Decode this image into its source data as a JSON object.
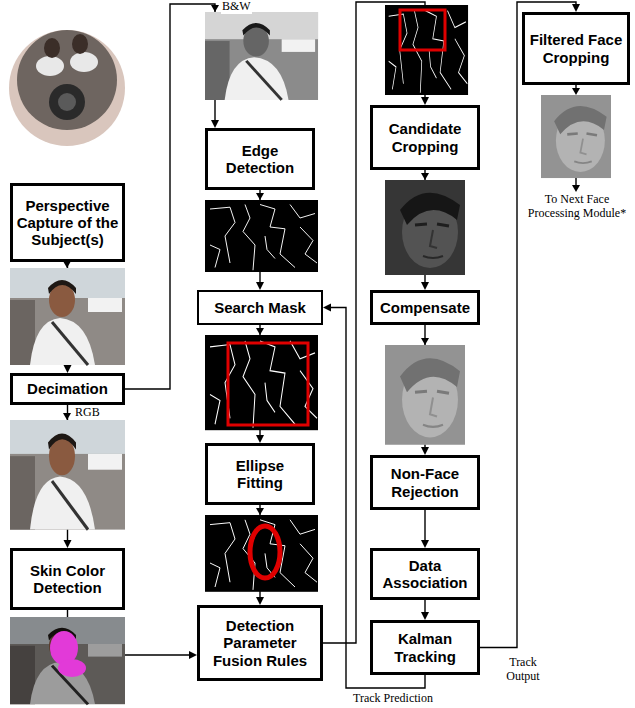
{
  "diagram": {
    "nodes": [
      {
        "text": [
          "Perspective Capture of the Subject(s)"
        ]
      },
      {
        "text": [
          "Decimation"
        ]
      },
      {
        "text": [
          "Skin Color Detection"
        ]
      },
      {
        "text": [
          "Edge Detection"
        ]
      },
      {
        "text": [
          "Search Mask"
        ]
      },
      {
        "text": [
          "Ellipse Fitting"
        ]
      },
      {
        "text": [
          "Detection Parameter Fusion Rules"
        ]
      },
      {
        "text": [
          "Candidate Cropping"
        ]
      },
      {
        "text": [
          "Compensate"
        ]
      },
      {
        "text": [
          "Non-Face Rejection"
        ]
      },
      {
        "text": [
          "Data Association"
        ]
      },
      {
        "text": [
          "Kalman Tracking"
        ]
      },
      {
        "text": [
          "Filtered Face Cropping"
        ]
      }
    ],
    "edges": [
      {
        "from": 0,
        "to": 1,
        "arrow": "to"
      },
      {
        "from": 1,
        "to": 2,
        "arrow": "to"
      },
      {
        "from": 1,
        "to": 3,
        "arrow": "to"
      },
      {
        "from": 2,
        "to": 6,
        "arrow": "to"
      },
      {
        "from": 3,
        "to": 4,
        "arrow": "to"
      },
      {
        "from": 4,
        "to": 5,
        "arrow": "to"
      },
      {
        "from": 5,
        "to": 6,
        "arrow": "to"
      },
      {
        "from": 6,
        "to": 7,
        "arrow": "to"
      },
      {
        "from": 7,
        "to": 8,
        "arrow": "to"
      },
      {
        "from": 8,
        "to": 9,
        "arrow": "to"
      },
      {
        "from": 9,
        "to": 10,
        "arrow": "to"
      },
      {
        "from": 10,
        "to": 11,
        "arrow": "to"
      },
      {
        "from": 11,
        "to": 12,
        "label": "Track Output",
        "arrow": "to"
      },
      {
        "from": 11,
        "to": 4,
        "label": "Track Prediction",
        "arrow": "to"
      }
    ],
    "labels": [
      "B&W",
      "RGB",
      "To Next Face Processing Module*"
    ]
  }
}
